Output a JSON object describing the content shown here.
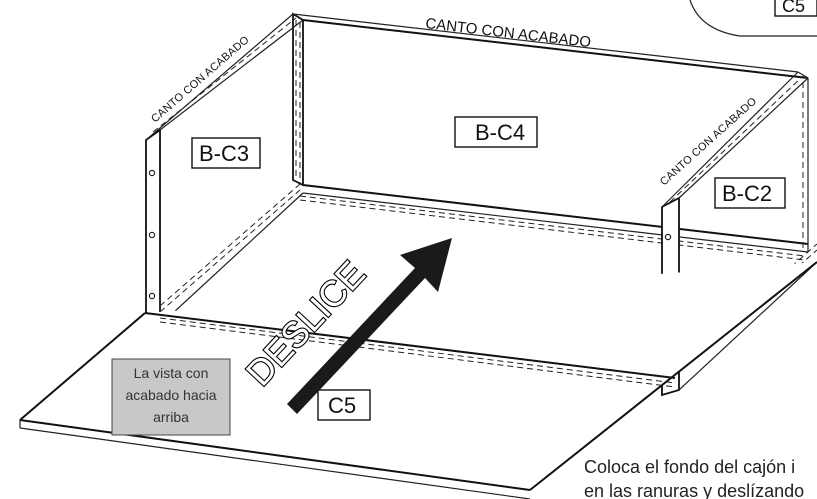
{
  "parts": {
    "back": "B-C4",
    "left": "B-C3",
    "right": "B-C2",
    "bottom": "C5",
    "corner_partial": "C5"
  },
  "edge_labels": {
    "top": "CANTO CON ACABADO",
    "left": "CANTO CON ACABADO",
    "right": "CANTO CON ACABADO"
  },
  "action_label": "DESLICE",
  "finish_note": [
    "La vista con",
    "acabado hacia",
    "arriba"
  ],
  "instruction": [
    "Coloca el fondo del cajón i",
    "en las ranuras y deslízando"
  ]
}
